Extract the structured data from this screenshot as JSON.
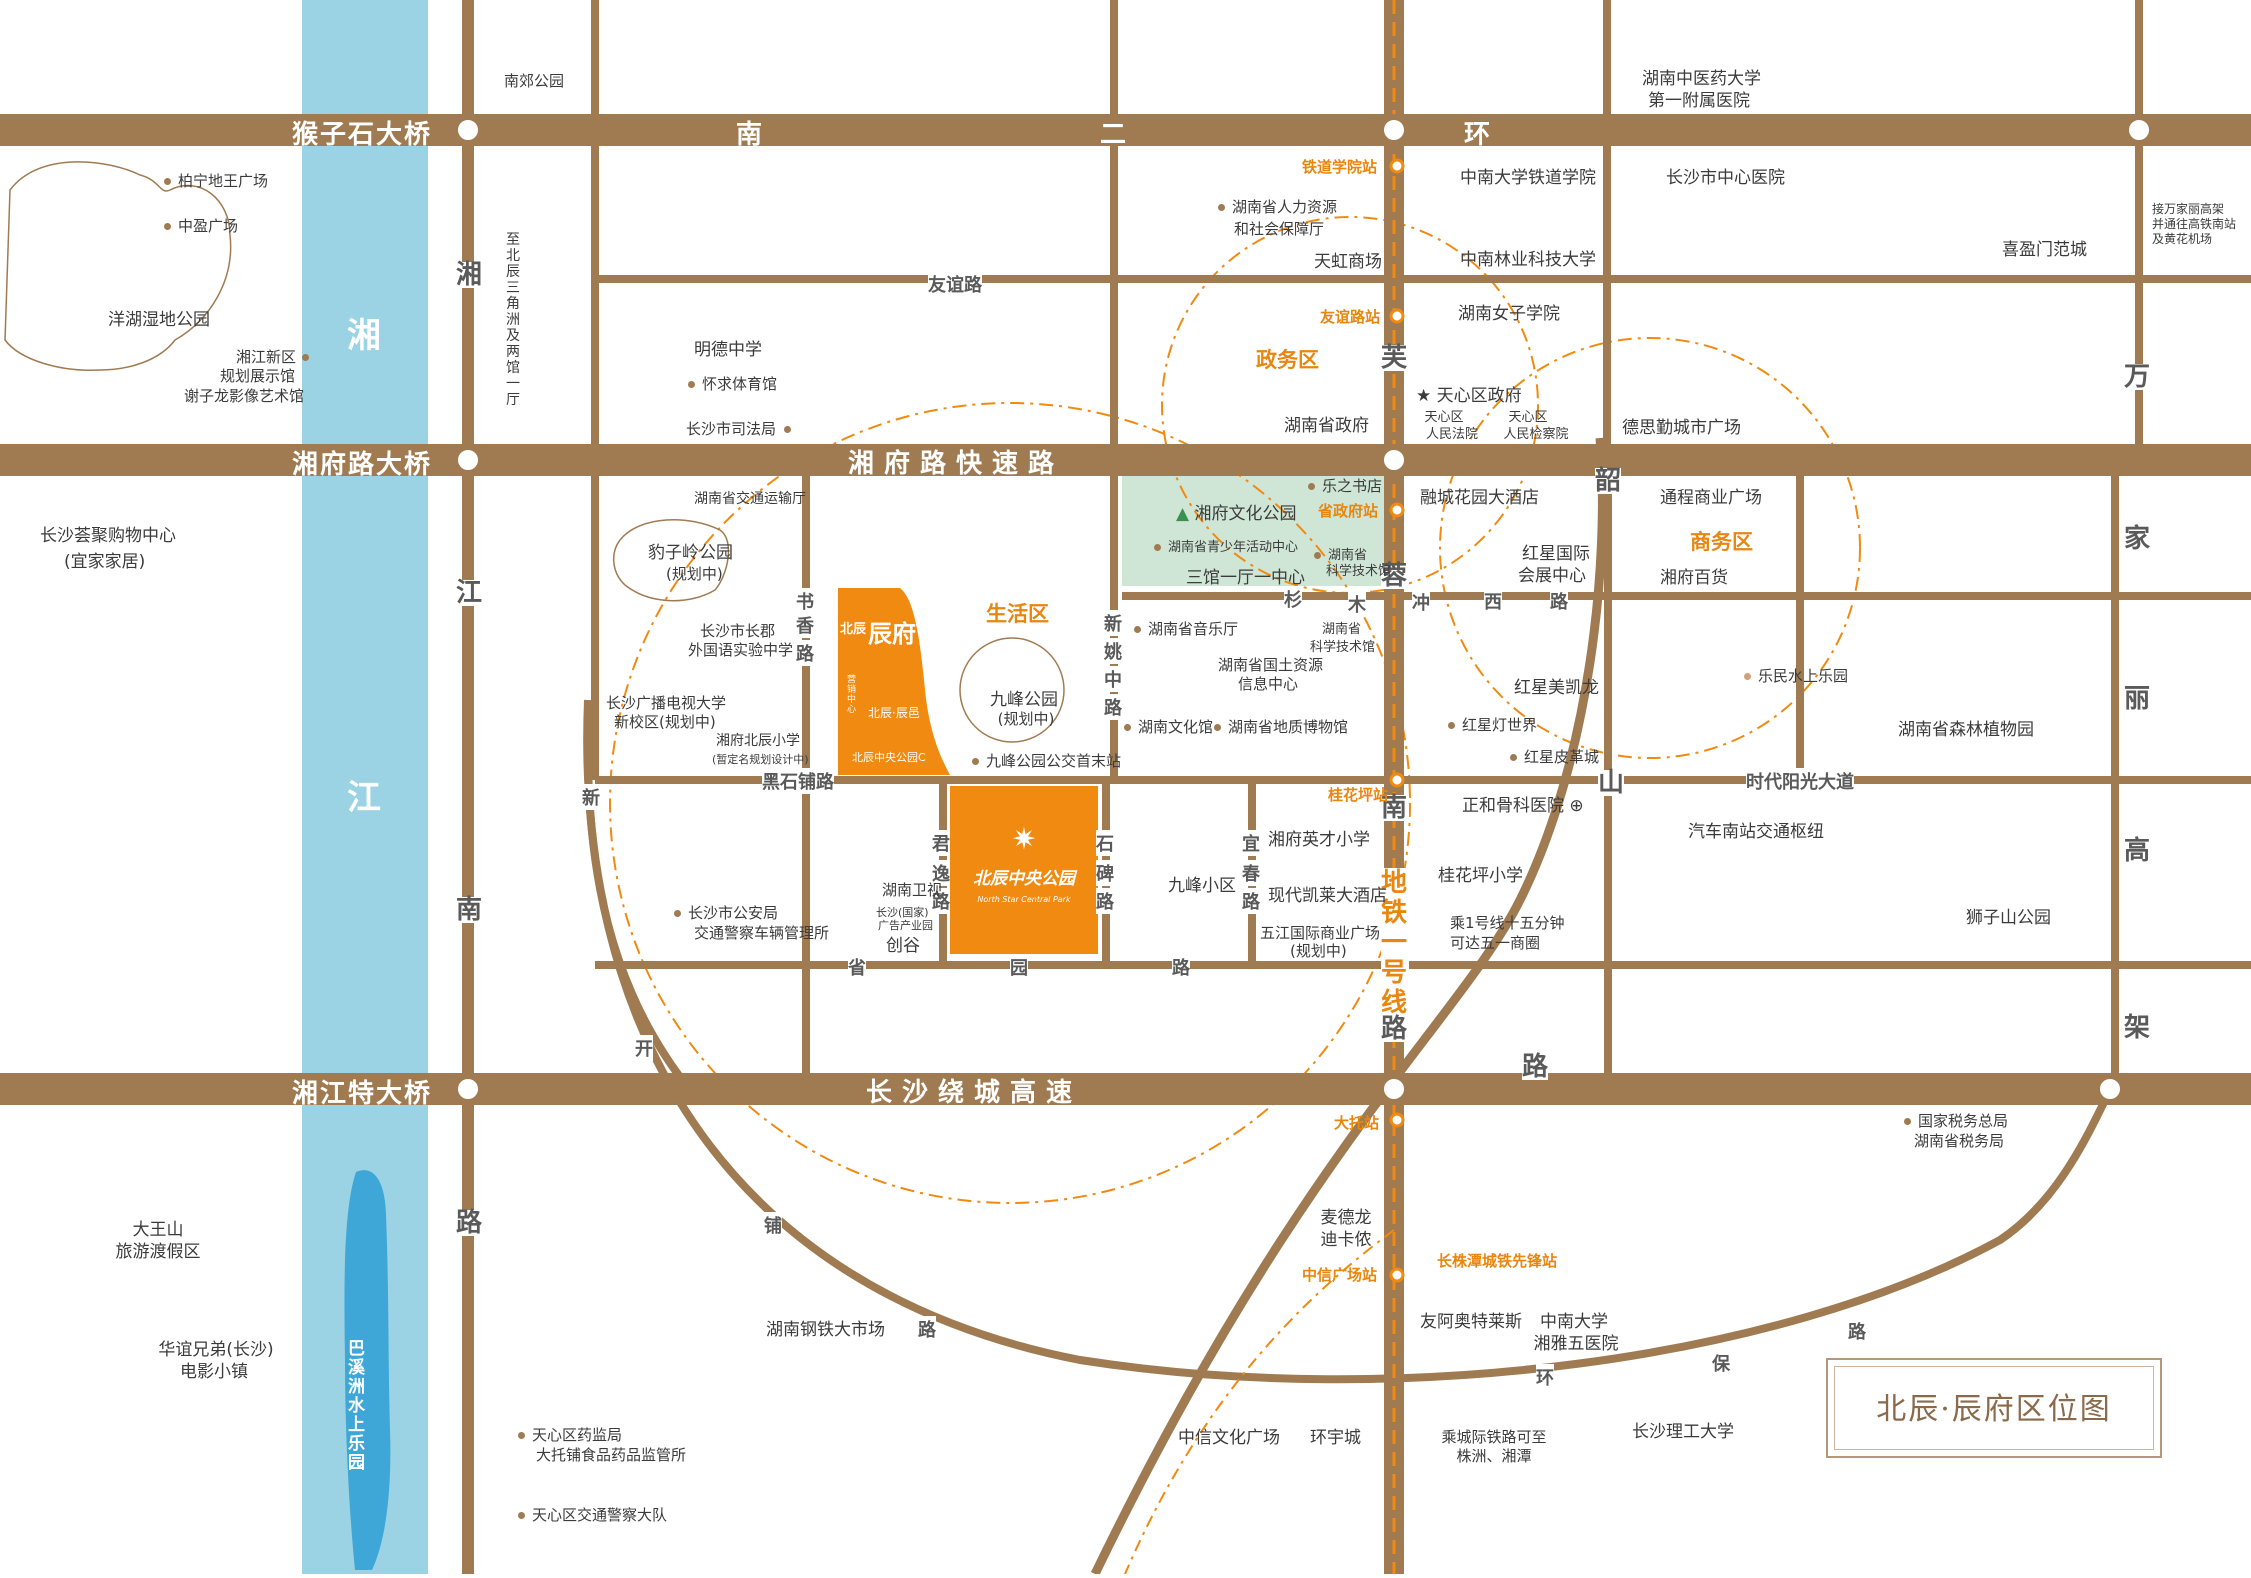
{
  "title": "北辰·辰府区位图",
  "colors": {
    "road": "#a07b52",
    "river": "#9bd3e4",
    "lake": "#3ea7d7",
    "accent": "#f08a10",
    "park": "#cfe6d6"
  },
  "roads": {
    "hz_top": [
      "南",
      "二",
      "环"
    ],
    "xiangfu": "湘府路快速路",
    "ring": "长沙绕城高速",
    "houzishi": "猴子石大桥",
    "xiangfu_bridge": "湘府路大桥",
    "xiangjiang_bridge": "湘江特大桥",
    "youyi": "友谊路",
    "heishipu": "黑石铺路",
    "shidai": "时代阳光大道",
    "shengyuan": [
      "省",
      "园",
      "路"
    ],
    "dongtinglu": [
      "杉",
      "木",
      "冲",
      "西",
      "路"
    ],
    "shuxiang": [
      "书",
      "香",
      "路"
    ],
    "junyi": [
      "君",
      "逸",
      "路"
    ],
    "shibei": [
      "石",
      "碑",
      "路"
    ],
    "yichun": [
      "宜",
      "春",
      "路"
    ],
    "xinyao": [
      "新",
      "姚",
      "中",
      "路"
    ],
    "furong": [
      "芙",
      "蓉"
    ],
    "nanlu": [
      "南",
      "路"
    ],
    "metro_line": "地铁一号线",
    "shaoshan": [
      "韶",
      "山"
    ],
    "shaoshan_lu": "路",
    "wanjiali": [
      "万",
      "家",
      "丽",
      "高",
      "架"
    ],
    "xiangjiangnan": [
      "湘",
      "江",
      "南",
      "路"
    ],
    "xinkaipu": [
      "新",
      "开",
      "铺",
      "路"
    ],
    "huanbao": [
      "环",
      "保"
    ],
    "huanbao_lu": "路"
  },
  "river": {
    "name": [
      "湘",
      "江"
    ],
    "island": "巴溪洲水上乐园"
  },
  "stations": [
    "铁道学院站",
    "友谊路站",
    "省政府站",
    "桂花坪站",
    "大托站",
    "中信广场站",
    "长株潭城铁先锋站"
  ],
  "zones": [
    "政务区",
    "商务区",
    "生活区"
  ],
  "project": {
    "name": "北辰中央公园",
    "sub": "North Star Central Park",
    "chenfu": "辰府",
    "chenfu_brand": "北辰",
    "sales": "营销中心",
    "parcel": "北辰·辰邑",
    "parkc": "北辰中央公园C"
  },
  "pois": [
    "南郊公园",
    "柏宁地王广场",
    "中盈广场",
    "洋湖湿地公园",
    "湘江新区",
    "规划展示馆",
    "谢子龙影像艺术馆",
    "至北辰三角洲及两馆一厅",
    "明德中学",
    "怀求体育馆",
    "长沙市司法局",
    "湖南省交通运输厅",
    "豹子岭公园",
    "(规划中)",
    "长沙市长郡",
    "外国语实验中学",
    "长沙广播电视大学",
    "新校区(规划中)",
    "湘府北辰小学",
    "(暂定名规划设计中)",
    "长沙荟聚购物中心",
    "(宜家家居)",
    "湖南中医药大学",
    "第一附属医院",
    "中南大学铁道学院",
    "长沙市中心医院",
    "湖南省人力资源",
    "和社会保障厅",
    "天虹商场",
    "中南林业科技大学",
    "湖南女子学院",
    "喜盈门范城",
    "接万家丽高架",
    "并通往高铁南站",
    "及黄花机场",
    "天心区政府",
    "湖南省政府",
    "天心区",
    "人民法院",
    "天心区",
    "人民检察院",
    "德思勤城市广场",
    "乐之书店",
    "湘府文化公园",
    "湖南省青少年活动中心",
    "湖南省",
    "科学技术馆",
    "三馆一厅一中心",
    "融城花园大酒店",
    "通程商业广场",
    "红星国际",
    "会展中心",
    "湘府百货",
    "湖南省音乐厅",
    "湖南省国土资源",
    "信息中心",
    "湖南省",
    "科学技术馆",
    "湖南文化馆",
    "湖南省地质博物馆",
    "九峰公园",
    "(规划中)",
    "九峰公园公交首末站",
    "红星美凯龙",
    "乐民水上乐园",
    "红星灯世界",
    "红星皮革城",
    "湖南省森林植物园",
    "正和骨科医院",
    "汽车南站交通枢纽",
    "湖南卫视",
    "长沙市公安局",
    "交通警察车辆管理所",
    "长沙(国家)",
    "广告产业园",
    "创谷",
    "湘府英才小学",
    "九峰小区",
    "现代凯莱大酒店",
    "桂花坪小学",
    "五江国际商业广场",
    "(规划中)",
    "乘1号线十五分钟",
    "可达五一商圈",
    "狮子山公园",
    "国家税务总局",
    "湖南省税务局",
    "大王山",
    "旅游渡假区",
    "华谊兄弟(长沙)",
    "电影小镇",
    "麦德龙",
    "迪卡侬",
    "湖南钢铁大市场",
    "友阿奥特莱斯",
    "中南大学",
    "湘雅五医院",
    "中信文化广场",
    "环宇城",
    "长沙理工大学",
    "乘城际铁路可至",
    "株洲、湘潭",
    "天心区药监局",
    "大托铺食品药品监管所",
    "天心区交通警察大队"
  ]
}
